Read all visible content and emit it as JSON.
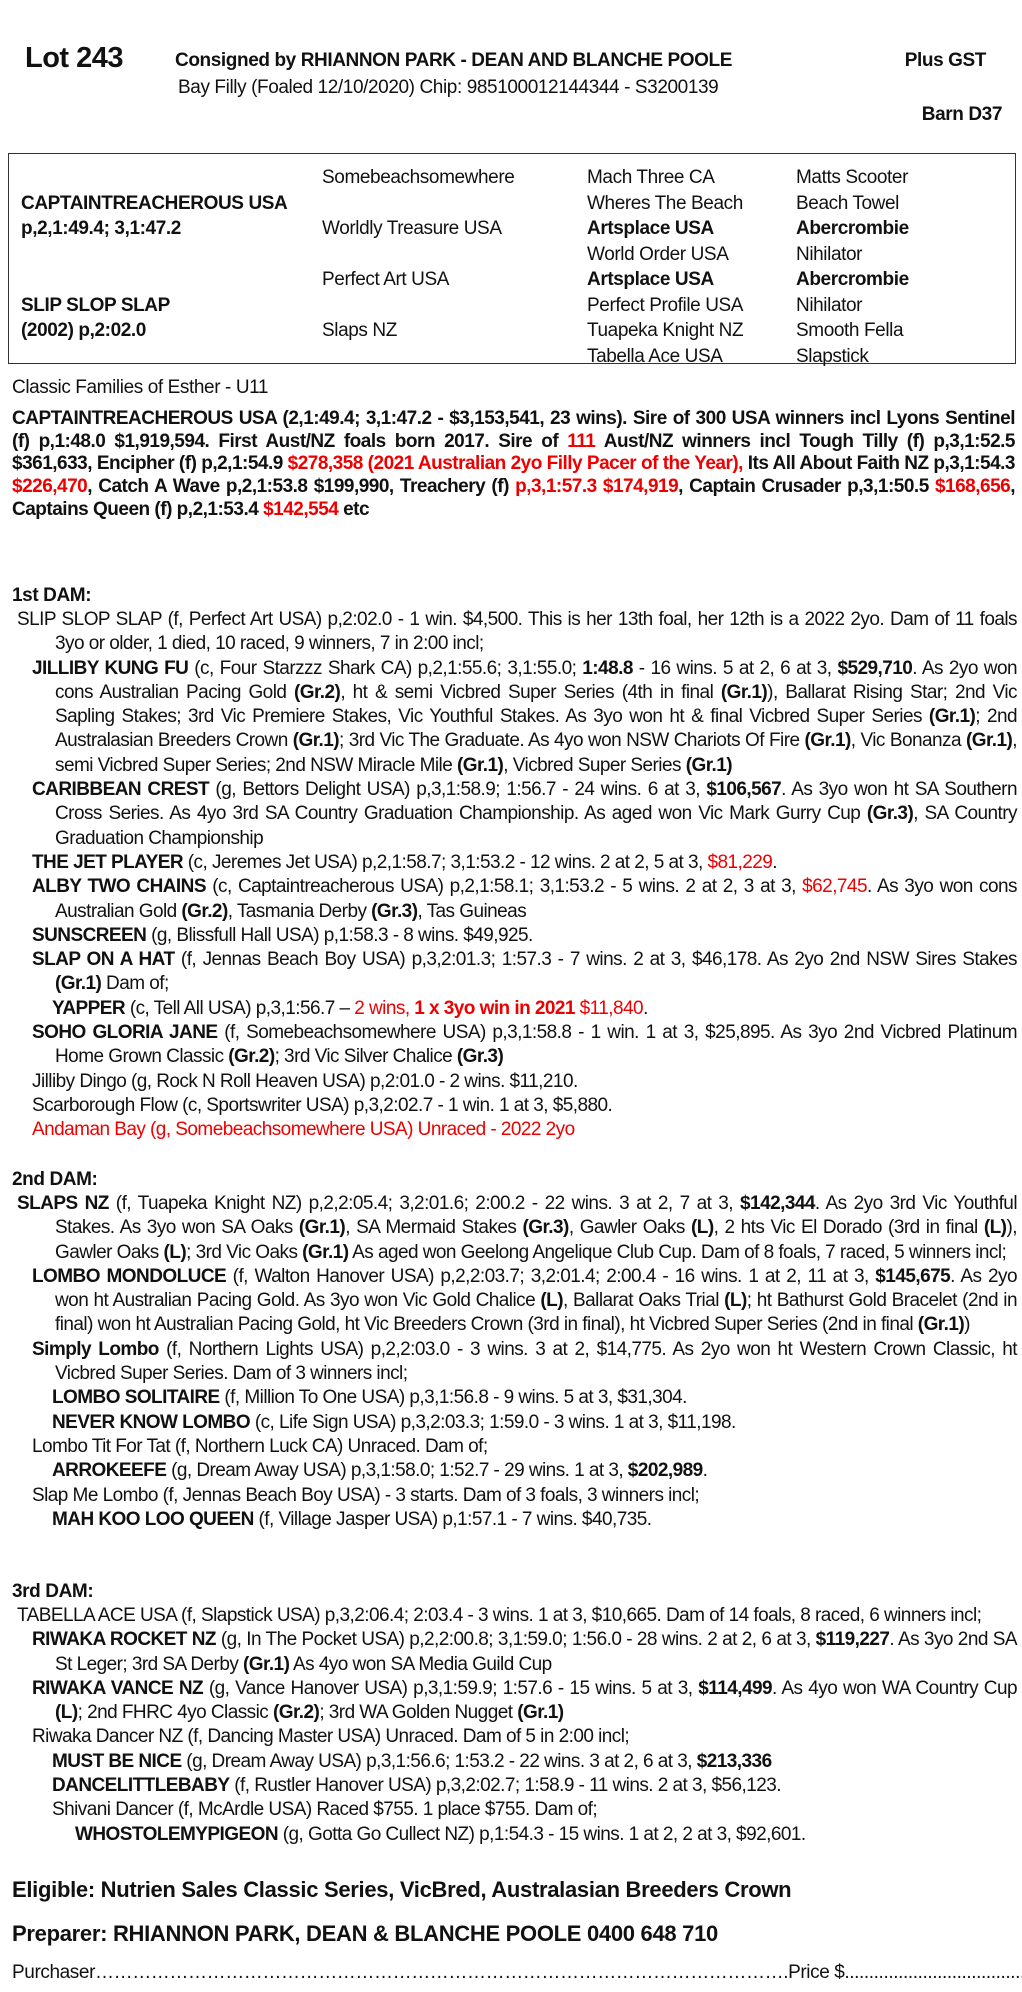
{
  "header": {
    "lot": "Lot 243",
    "consigned": "Consigned by RHIANNON PARK - DEAN AND BLANCHE POOLE",
    "gst": "Plus GST",
    "description": "Bay Filly (Foaled 12/10/2020) Chip: 985100012144344 - S3200139",
    "barn": "Barn D37"
  },
  "pedigree": {
    "sire": "CAPTAINTREACHEROUS USA",
    "sire_record": "p,2,1:49.4; 3,1:47.2",
    "dam": "SLIP SLOP SLAP",
    "dam_record": "(2002) p,2:02.0",
    "gen2": [
      "Somebeachsomewhere",
      "Worldly Treasure USA",
      "Perfect Art USA",
      "Slaps NZ"
    ],
    "gen3": [
      {
        "t": "Mach Three CA",
        "b": false
      },
      {
        "t": "Wheres The Beach",
        "b": false
      },
      {
        "t": "Artsplace USA",
        "b": true
      },
      {
        "t": "World Order USA",
        "b": false
      },
      {
        "t": "Artsplace USA",
        "b": true
      },
      {
        "t": "Perfect Profile USA",
        "b": false
      },
      {
        "t": "Tuapeka Knight NZ",
        "b": false
      },
      {
        "t": "Tabella Ace USA",
        "b": false
      }
    ],
    "gen4": [
      {
        "t": "Matts Scooter",
        "b": false
      },
      {
        "t": "Beach Towel",
        "b": false
      },
      {
        "t": "Abercrombie",
        "b": true
      },
      {
        "t": "Nihilator",
        "b": false
      },
      {
        "t": "Abercrombie",
        "b": true
      },
      {
        "t": "Nihilator",
        "b": false
      },
      {
        "t": "Smooth Fella",
        "b": false
      },
      {
        "t": "Slapstick",
        "b": false
      }
    ]
  },
  "family": "Classic Families of Esther - U11",
  "sire_para": [
    [
      "CAPTAINTREACHEROUS USA (2,1:49.4; 3,1:47.2 - $3,153,541, 23 wins). Sire of 300 USA winners incl Lyons Sentinel (f) p,1:48.0 $1,919,594. First Aust/NZ foals born 2017. Sire of ",
      ""
    ],
    [
      "111",
      "r"
    ],
    [
      " Aust/NZ winners incl Tough Tilly (f) p,3,1:52.5 $361,633, Encipher (f) p,2,1:54.9 ",
      ""
    ],
    [
      "$278,358 (2021 Australian 2yo Filly Pacer of the Year),",
      "r"
    ],
    [
      " Its All About Faith NZ p,3,1:54.3 ",
      ""
    ],
    [
      "$226,470",
      "r"
    ],
    [
      ", Catch A Wave p,2,1:53.8 $199,990, Treachery (f) ",
      ""
    ],
    [
      "p,3,1:57.3 $174,919",
      "r"
    ],
    [
      ", Captain Crusader p,3,1:50.5 ",
      ""
    ],
    [
      "$168,656",
      "r"
    ],
    [
      ", Captains Queen (f) p,2,1:53.4 ",
      ""
    ],
    [
      "$142,554",
      "r"
    ],
    [
      " etc",
      ""
    ]
  ],
  "sections": [
    {
      "title": "1st DAM:",
      "lines": [
        {
          "lv": 0,
          "s": [
            [
              "SLIP SLOP SLAP (f, Perfect Art USA) p,2:02.0 - 1 win. $4,500. This is her 13th foal, her 12th is a 2022 2yo. Dam of 11 foals 3yo or older, 1 died, 10 raced, 9 winners, 7 in 2:00 incl;",
              ""
            ]
          ]
        },
        {
          "lv": 1,
          "s": [
            [
              "JILLIBY KUNG FU",
              "b"
            ],
            [
              " (c, Four Starzzz Shark CA) p,2,1:55.6; 3,1:55.0; ",
              ""
            ],
            [
              "1:48.8",
              "b"
            ],
            [
              " - 16 wins. 5 at 2, 6 at 3, ",
              ""
            ],
            [
              "$529,710",
              "b"
            ],
            [
              ". As 2yo won cons Australian Pacing Gold ",
              ""
            ],
            [
              "(Gr.2)",
              "b"
            ],
            [
              ", ht & semi Vicbred Super Series (4th in final ",
              ""
            ],
            [
              "(Gr.1)",
              "b"
            ],
            [
              "), Ballarat Rising Star; 2nd Vic Sapling Stakes; 3rd Vic Premiere Stakes, Vic Youthful Stakes. As 3yo won ht & final Vicbred Super Series ",
              ""
            ],
            [
              "(Gr.1)",
              "b"
            ],
            [
              "; 2nd Australasian Breeders Crown ",
              ""
            ],
            [
              "(Gr.1)",
              "b"
            ],
            [
              "; 3rd Vic The Graduate. As 4yo won NSW Chariots Of Fire ",
              ""
            ],
            [
              "(Gr.1)",
              "b"
            ],
            [
              ", Vic Bonanza ",
              ""
            ],
            [
              "(Gr.1)",
              "b"
            ],
            [
              ", semi Vicbred Super Series; 2nd NSW Miracle Mile ",
              ""
            ],
            [
              "(Gr.1)",
              "b"
            ],
            [
              ", Vicbred Super Series ",
              ""
            ],
            [
              "(Gr.1)",
              "b"
            ]
          ]
        },
        {
          "lv": 1,
          "s": [
            [
              "CARIBBEAN CREST",
              "b"
            ],
            [
              " (g, Bettors Delight USA) p,3,1:58.9; 1:56.7 - 24 wins. 6 at 3, ",
              ""
            ],
            [
              "$106,567",
              "b"
            ],
            [
              ". As 3yo won ht SA Southern Cross Series. As 4yo 3rd SA Country Graduation Championship. As aged won Vic Mark Gurry Cup ",
              ""
            ],
            [
              "(Gr.3)",
              "b"
            ],
            [
              ", SA Country Graduation Championship",
              ""
            ]
          ]
        },
        {
          "lv": 1,
          "s": [
            [
              "THE JET PLAYER",
              "b"
            ],
            [
              " (c, Jeremes Jet USA) p,2,1:58.7; 3,1:53.2 - 12 wins. 2 at 2, 5 at 3, ",
              ""
            ],
            [
              "$81,229",
              "r"
            ],
            [
              ".",
              ""
            ]
          ]
        },
        {
          "lv": 1,
          "s": [
            [
              "ALBY TWO CHAINS",
              "b"
            ],
            [
              " (c, Captaintreacherous USA) p,2,1:58.1; 3,1:53.2 - 5 wins. 2 at 2, 3 at 3, ",
              ""
            ],
            [
              "$62,745",
              "r"
            ],
            [
              ". As 3yo won cons Australian Gold ",
              ""
            ],
            [
              "(Gr.2)",
              "b"
            ],
            [
              ", Tasmania Derby ",
              ""
            ],
            [
              "(Gr.3)",
              "b"
            ],
            [
              ", Tas Guineas",
              ""
            ]
          ]
        },
        {
          "lv": 1,
          "s": [
            [
              "SUNSCREEN",
              "b"
            ],
            [
              " (g, Blissfull Hall USA) p,1:58.3 - 8 wins. $49,925.",
              ""
            ]
          ]
        },
        {
          "lv": 1,
          "s": [
            [
              "SLAP ON A HAT",
              "b"
            ],
            [
              " (f, Jennas Beach Boy USA) p,3,2:01.3; 1:57.3 - 7 wins. 2 at 3, $46,178. As 2yo 2nd NSW Sires Stakes ",
              ""
            ],
            [
              "(Gr.1)",
              "b"
            ],
            [
              " Dam of;",
              ""
            ]
          ]
        },
        {
          "lv": 2,
          "s": [
            [
              "YAPPER",
              "b"
            ],
            [
              " (c, Tell All USA) p,3,1:56.7 – ",
              ""
            ],
            [
              "2 wins, ",
              "r"
            ],
            [
              "1 x 3yo win in 2021",
              "br"
            ],
            [
              " $11,840",
              "r"
            ],
            [
              ".",
              ""
            ]
          ]
        },
        {
          "lv": 1,
          "s": [
            [
              "SOHO GLORIA JANE",
              "b"
            ],
            [
              " (f, Somebeachsomewhere USA) p,3,1:58.8 - 1 win. 1 at 3, $25,895. As 3yo 2nd Vicbred Platinum Home Grown Classic ",
              ""
            ],
            [
              "(Gr.2)",
              "b"
            ],
            [
              "; 3rd Vic Silver Chalice ",
              ""
            ],
            [
              "(Gr.3)",
              "b"
            ]
          ]
        },
        {
          "lv": 1,
          "s": [
            [
              "Jilliby Dingo (g, Rock N Roll Heaven USA) p,2:01.0 - 2 wins. $11,210.",
              ""
            ]
          ]
        },
        {
          "lv": 1,
          "s": [
            [
              "Scarborough Flow (c, Sportswriter USA) p,3,2:02.7 - 1 win. 1 at 3, $5,880.",
              ""
            ]
          ]
        },
        {
          "lv": 1,
          "s": [
            [
              "Andaman Bay (g, Somebeachsomewhere USA) Unraced - 2022 2yo",
              "r"
            ]
          ]
        }
      ]
    },
    {
      "title": "2nd DAM:",
      "lines": [
        {
          "lv": 0,
          "s": [
            [
              "SLAPS NZ",
              "b"
            ],
            [
              " (f, Tuapeka Knight NZ) p,2,2:05.4; 3,2:01.6; 2:00.2 - 22 wins. 3 at 2, 7 at 3, ",
              ""
            ],
            [
              "$142,344",
              "b"
            ],
            [
              ". As 2yo 3rd Vic Youthful Stakes. As 3yo won SA Oaks ",
              ""
            ],
            [
              "(Gr.1)",
              "b"
            ],
            [
              ", SA Mermaid Stakes ",
              ""
            ],
            [
              "(Gr.3)",
              "b"
            ],
            [
              ", Gawler Oaks ",
              ""
            ],
            [
              "(L)",
              "b"
            ],
            [
              ", 2 hts Vic El Dorado (3rd in final ",
              ""
            ],
            [
              "(L)",
              "b"
            ],
            [
              "), Gawler Oaks ",
              ""
            ],
            [
              "(L)",
              "b"
            ],
            [
              "; 3rd Vic Oaks ",
              ""
            ],
            [
              "(Gr.1)",
              "b"
            ],
            [
              " As aged won Geelong Angelique Club Cup. Dam of 8 foals, 7 raced, 5 winners incl;",
              ""
            ]
          ]
        },
        {
          "lv": 1,
          "s": [
            [
              "LOMBO MONDOLUCE",
              "b"
            ],
            [
              " (f, Walton Hanover USA) p,2,2:03.7; 3,2:01.4; 2:00.4 - 16 wins. 1 at 2, 11 at 3, ",
              ""
            ],
            [
              "$145,675",
              "b"
            ],
            [
              ". As 2yo won ht Australian Pacing Gold. As 3yo won Vic Gold Chalice ",
              ""
            ],
            [
              "(L)",
              "b"
            ],
            [
              ", Ballarat Oaks Trial ",
              ""
            ],
            [
              "(L)",
              "b"
            ],
            [
              "; ht Bathurst Gold Bracelet (2nd in final) won ht Australian Pacing Gold, ht Vic Breeders Crown (3rd in final), ht Vicbred Super Series (2nd in final ",
              ""
            ],
            [
              "(Gr.1)",
              "b"
            ],
            [
              ")",
              ""
            ]
          ]
        },
        {
          "lv": 1,
          "s": [
            [
              "Simply Lombo",
              "b"
            ],
            [
              " (f, Northern Lights USA) p,2,2:03.0 - 3 wins. 3 at 2, $14,775. As 2yo won ht Western Crown Classic, ht Vicbred Super Series. Dam of 3 winners incl;",
              ""
            ]
          ]
        },
        {
          "lv": 2,
          "s": [
            [
              "LOMBO SOLITAIRE",
              "b"
            ],
            [
              " (f, Million To One USA) p,3,1:56.8 - 9 wins. 5 at 3, $31,304.",
              ""
            ]
          ]
        },
        {
          "lv": 2,
          "s": [
            [
              "NEVER KNOW LOMBO",
              "b"
            ],
            [
              " (c, Life Sign USA) p,3,2:03.3; 1:59.0 - 3 wins. 1 at 3, $11,198.",
              ""
            ]
          ]
        },
        {
          "lv": 1,
          "s": [
            [
              "Lombo Tit For Tat (f, Northern Luck CA) Unraced. Dam of;",
              ""
            ]
          ]
        },
        {
          "lv": 2,
          "s": [
            [
              "ARROKEEFE",
              "b"
            ],
            [
              " (g, Dream Away USA) p,3,1:58.0; 1:52.7 - 29 wins. 1 at 3, ",
              ""
            ],
            [
              "$202,989",
              "b"
            ],
            [
              ".",
              ""
            ]
          ]
        },
        {
          "lv": 1,
          "s": [
            [
              "Slap Me Lombo (f, Jennas Beach Boy USA) - 3 starts. Dam of 3 foals, 3 winners incl;",
              ""
            ]
          ]
        },
        {
          "lv": 2,
          "s": [
            [
              "MAH KOO LOO QUEEN",
              "b"
            ],
            [
              " (f, Village Jasper USA) p,1:57.1 - 7 wins. $40,735.",
              ""
            ]
          ]
        }
      ]
    },
    {
      "title": "3rd DAM:",
      "lines": [
        {
          "lv": 0,
          "s": [
            [
              "TABELLA ACE USA (f, Slapstick USA) p,3,2:06.4; 2:03.4 - 3 wins. 1 at 3, $10,665. Dam of 14 foals, 8 raced, 6 winners incl;",
              ""
            ]
          ]
        },
        {
          "lv": 1,
          "s": [
            [
              "RIWAKA ROCKET NZ",
              "b"
            ],
            [
              " (g, In The Pocket USA) p,2,2:00.8; 3,1:59.0; 1:56.0 - 28 wins. 2 at 2, 6 at 3, ",
              ""
            ],
            [
              "$119,227",
              "b"
            ],
            [
              ". As 3yo 2nd SA St Leger; 3rd SA Derby ",
              ""
            ],
            [
              "(Gr.1)",
              "b"
            ],
            [
              " As 4yo won SA Media Guild Cup",
              ""
            ]
          ]
        },
        {
          "lv": 1,
          "s": [
            [
              "RIWAKA VANCE NZ",
              "b"
            ],
            [
              " (g, Vance Hanover USA) p,3,1:59.9; 1:57.6 - 15 wins. 5 at 3, ",
              ""
            ],
            [
              "$114,499",
              "b"
            ],
            [
              ". As 4yo won WA Country Cup ",
              ""
            ],
            [
              "(L)",
              "b"
            ],
            [
              "; 2nd FHRC 4yo Classic ",
              ""
            ],
            [
              "(Gr.2)",
              "b"
            ],
            [
              "; 3rd WA Golden Nugget ",
              ""
            ],
            [
              "(Gr.1)",
              "b"
            ]
          ]
        },
        {
          "lv": 1,
          "s": [
            [
              "Riwaka Dancer NZ (f, Dancing Master USA) Unraced. Dam of 5 in 2:00 incl;",
              ""
            ]
          ]
        },
        {
          "lv": 2,
          "s": [
            [
              "MUST BE NICE",
              "b"
            ],
            [
              " (g, Dream Away USA) p,3,1:56.6; 1:53.2 - 22 wins. 3 at 2, 6 at 3, ",
              ""
            ],
            [
              "$213,336",
              "b"
            ]
          ]
        },
        {
          "lv": 2,
          "s": [
            [
              "DANCELITTLEBABY",
              "b"
            ],
            [
              " (f, Rustler Hanover USA) p,3,2:02.7; 1:58.9 - 11 wins. 2 at 3, $56,123.",
              ""
            ]
          ]
        },
        {
          "lv": 2,
          "s": [
            [
              "Shivani Dancer (f, McArdle USA) Raced $755. 1 place $755. Dam of;",
              ""
            ]
          ]
        },
        {
          "lv": 3,
          "s": [
            [
              "WHOSTOLEMYPIGEON",
              "b"
            ],
            [
              " (g, Gotta Go Cullect NZ) p,1:54.3 - 15 wins. 1 at 2, 2 at 3, $92,601.",
              ""
            ]
          ]
        }
      ]
    }
  ],
  "footer": {
    "eligible": "Eligible: Nutrien Sales Classic Series, VicBred, Australasian Breeders Crown",
    "preparer": "Preparer: RHIANNON PARK, DEAN & BLANCHE POOLE 0400 648 710",
    "purchaser": "Purchaser………………………………………………………………………………………………….Price $........................................."
  },
  "colors": {
    "highlight": "#e00000",
    "text": "#111111",
    "border": "#333333"
  }
}
